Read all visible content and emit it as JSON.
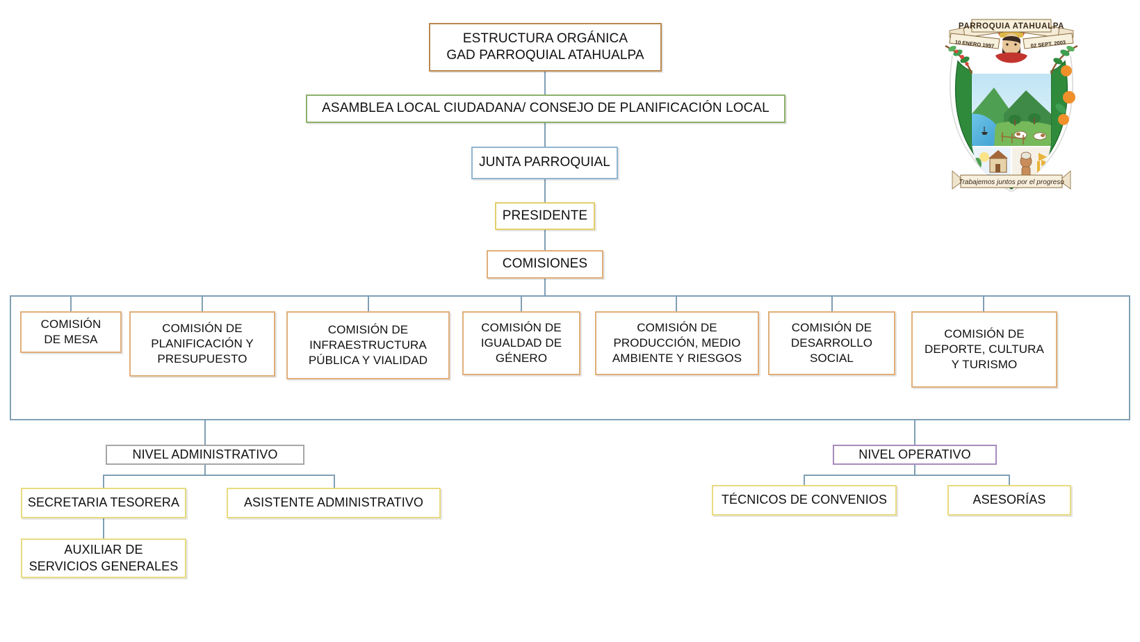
{
  "diagram": {
    "title_box": {
      "label": "ESTRUCTURA ORGÁNICA\nGAD PARROQUIAL ATAHUALPA",
      "border_color": "#b9874d"
    },
    "assembly": {
      "label": "ASAMBLEA LOCAL CIUDADANA/ CONSEJO DE PLANIFICACIÓN LOCAL",
      "border_color": "#8cb06a"
    },
    "junta": {
      "label": "JUNTA PARROQUIAL",
      "border_color": "#8fb5d0"
    },
    "presidente": {
      "label": "PRESIDENTE",
      "border_color": "#e3ce6a"
    },
    "comisiones": {
      "label": "COMISIONES",
      "border_color": "#e0ae78"
    },
    "commissions": [
      {
        "label": "COMISIÓN\nDE MESA"
      },
      {
        "label": "COMISIÓN DE\nPLANIFICACIÓN Y\nPRESUPUESTO"
      },
      {
        "label": "COMISIÓN DE\nINFRAESTRUCTURA\nPÚBLICA Y VIALIDAD"
      },
      {
        "label": "COMISIÓN DE\nIGUALDAD DE\nGÉNERO"
      },
      {
        "label": "COMISIÓN DE\nPRODUCCIÓN, MEDIO\nAMBIENTE Y RIESGOS"
      },
      {
        "label": "COMISIÓN DE\nDESARROLLO\nSOCIAL"
      },
      {
        "label": "COMISIÓN DE\nDEPORTE, CULTURA\nY TURISMO"
      }
    ],
    "nivel_administrativo": {
      "label": "NIVEL ADMINISTRATIVO",
      "border_color": "#a6a6a6",
      "children": [
        {
          "label": "SECRETARIA TESORERA"
        },
        {
          "label": "ASISTENTE ADMINISTRATIVO"
        }
      ],
      "grandchild": {
        "label": "AUXILIAR DE\nSERVICIOS GENERALES"
      }
    },
    "nivel_operativo": {
      "label": "NIVEL OPERATIVO",
      "border_color": "#a78bbd",
      "children": [
        {
          "label": "TÉCNICOS DE CONVENIOS"
        },
        {
          "label": "ASESORÍAS"
        }
      ]
    },
    "connector_color": "#7f9fb5"
  },
  "crest": {
    "top_banner": "PARROQUIA ATAHUALPA",
    "left_banner": "10 ENERO 1997",
    "right_banner": "02 SEPT. 2003",
    "motto": "Trabajemos juntos por el progreso"
  }
}
